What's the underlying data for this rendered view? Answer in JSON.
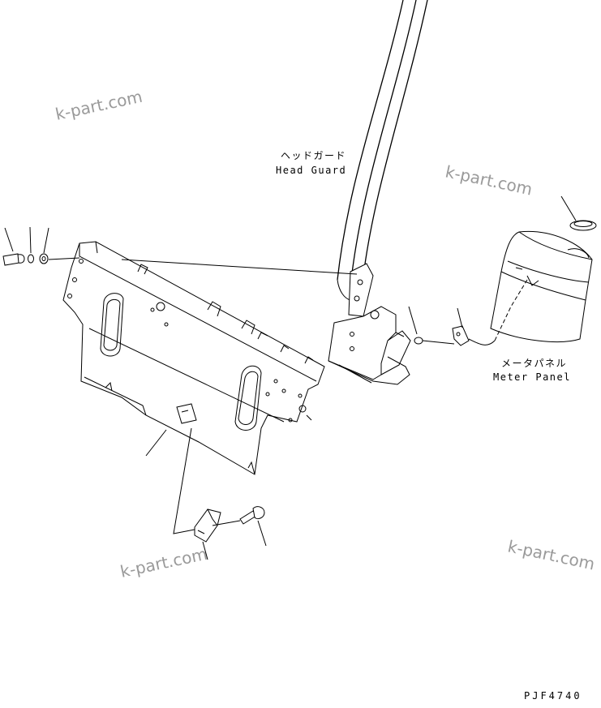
{
  "labels": {
    "head_guard_jp": "ヘッドガード",
    "head_guard_en": "Head Guard",
    "meter_panel_jp": "メータパネル",
    "meter_panel_en": "Meter Panel",
    "drawing_code": "PJF4740"
  },
  "watermarks": [
    "k-part.com",
    "k-part.com",
    "k-part.com",
    "k-part.com"
  ]
}
